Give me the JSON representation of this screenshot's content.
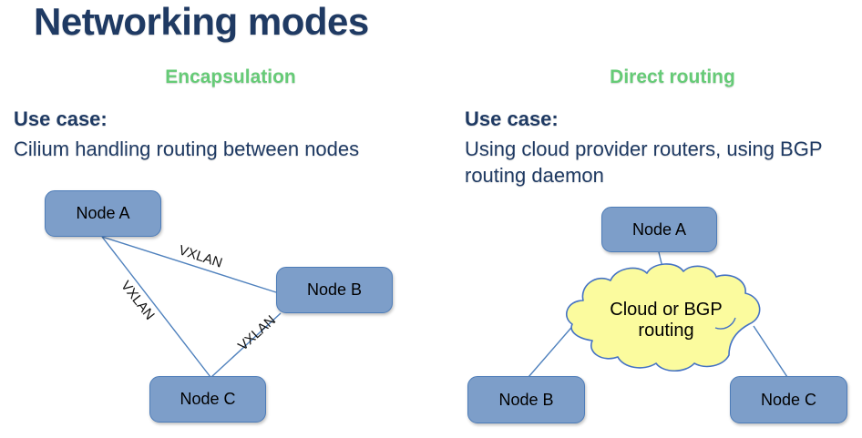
{
  "title": "Networking modes",
  "colors": {
    "navy": "#1F3A63",
    "green": "#66CB77",
    "node-fill": "#7D9EC9",
    "node-border": "#4D7CB8",
    "line": "#4F81BD",
    "cloud-fill": "#FBFB9E",
    "cloud-border": "#4472C4"
  },
  "encapsulation": {
    "header": "Encapsulation",
    "use_case_label": "Use case:",
    "use_case_text": "Cilium handling routing between nodes",
    "nodes": [
      "Node A",
      "Node B",
      "Node C"
    ],
    "edge_labels": [
      "VXLAN",
      "VXLAN",
      "VXLAN"
    ]
  },
  "direct_routing": {
    "header": "Direct routing",
    "use_case_label": "Use case:",
    "use_case_text": "Using cloud provider routers, using BGP routing daemon",
    "nodes": [
      "Node A",
      "Node B",
      "Node C"
    ],
    "cloud_label": "Cloud or BGP routing"
  }
}
